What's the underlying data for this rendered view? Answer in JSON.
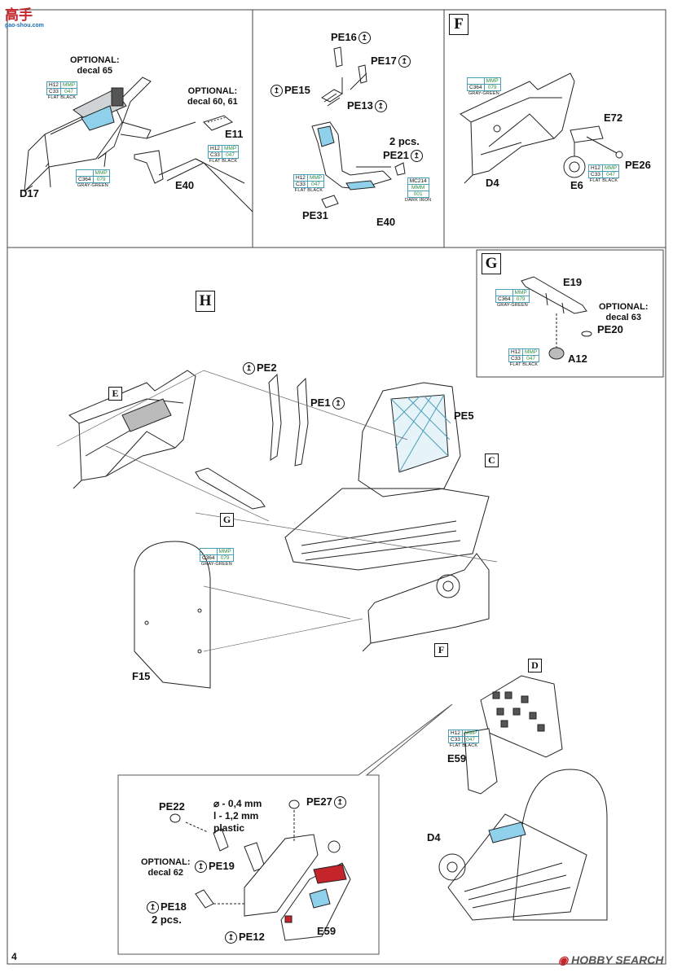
{
  "watermark_top": {
    "chinese": "高手",
    "url": "gao-shou.com"
  },
  "watermark_bottom": {
    "brand": "HOBBY SEARCH"
  },
  "page_number": "4",
  "steps": {
    "F": "F",
    "G": "G",
    "H": "H"
  },
  "subassembly_refs": {
    "E": "E",
    "C": "C",
    "G": "G",
    "F": "F",
    "D": "D"
  },
  "panel_e": {
    "optional_decal_65": {
      "line1": "OPTIONAL:",
      "line2": "decal 65"
    },
    "optional_decal_60_61": {
      "line1": "OPTIONAL:",
      "line2": "decal 60, 61"
    },
    "labels": {
      "d17": "D17",
      "e11": "E11",
      "e40": "E40"
    }
  },
  "panel_pe": {
    "labels": {
      "pe16": "PE16",
      "pe17": "PE17",
      "pe15": "PE15",
      "pe13": "PE13",
      "two_pcs": "2 pcs.",
      "pe21": "PE21",
      "pe31": "PE31",
      "e40": "E40"
    }
  },
  "panel_f": {
    "labels": {
      "e72": "E72",
      "pe26": "PE26",
      "d4": "D4",
      "e6": "E6"
    }
  },
  "panel_g": {
    "labels": {
      "e19": "E19",
      "pe20": "PE20",
      "a12": "A12"
    },
    "optional_decal_63": {
      "line1": "OPTIONAL:",
      "line2": "decal 63"
    }
  },
  "panel_h": {
    "labels": {
      "pe2": "PE2",
      "pe1": "PE1",
      "pe5": "PE5",
      "f15": "F15",
      "e59": "E59",
      "d4": "D4"
    }
  },
  "inset": {
    "labels": {
      "pe22": "PE22",
      "pe27": "PE27",
      "pe19": "PE19",
      "pe18": "PE18",
      "two_pcs": "2 pcs.",
      "pe12": "PE12",
      "e59": "E59"
    },
    "optional_decal_62": {
      "line1": "OPTIONAL:",
      "line2": "decal 62"
    },
    "wire_spec": {
      "line1": "⌀ - 0,4 mm",
      "line2": "l - 1,2 mm",
      "line3": "plastic"
    }
  },
  "paint_codes": {
    "flat_black": {
      "h": "H12",
      "brand": "MMP",
      "c": "C33",
      "code": "047",
      "name": "FLAT BLACK"
    },
    "gray_green": {
      "brand": "MMP",
      "c": "C364",
      "code": "079",
      "name": "GRAY-GREEN"
    },
    "dark_iron": {
      "a": "MC214",
      "b": "MMM",
      "c": "001",
      "name": "DARK IRON"
    }
  },
  "pe_icon_glyph": "↥",
  "colors": {
    "accent_blue": "#8fd0ea",
    "paint_border": "#4a9fb8",
    "paint_green": "#2e8c45",
    "red": "#c4242a"
  }
}
